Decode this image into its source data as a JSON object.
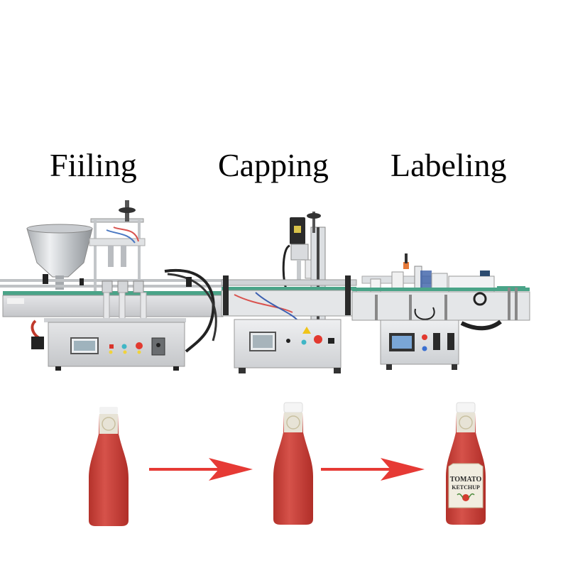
{
  "stages": [
    {
      "id": "filling",
      "label": "Fiiling",
      "machine": "paste-filling-machine",
      "bottle_state": "filled-uncapped"
    },
    {
      "id": "capping",
      "label": "Capping",
      "machine": "capping-machine",
      "bottle_state": "capped"
    },
    {
      "id": "labeling",
      "label": "Labeling",
      "machine": "round-bottle-labeling-machine",
      "bottle_state": "labeled"
    }
  ],
  "bottle_label": {
    "line1": "TOMATO",
    "line2": "KETCHUP"
  },
  "arrows": [
    {
      "from": "filling",
      "to": "capping",
      "icon": "arrow-right-icon"
    },
    {
      "from": "capping",
      "to": "labeling",
      "icon": "arrow-right-icon"
    }
  ],
  "colors": {
    "arrow": "#e63a35",
    "ketchup": "#c8302a",
    "steel": "#d4d6d8",
    "conveyor_belt": "#4aa488",
    "background": "#ffffff",
    "text": "#000000"
  }
}
